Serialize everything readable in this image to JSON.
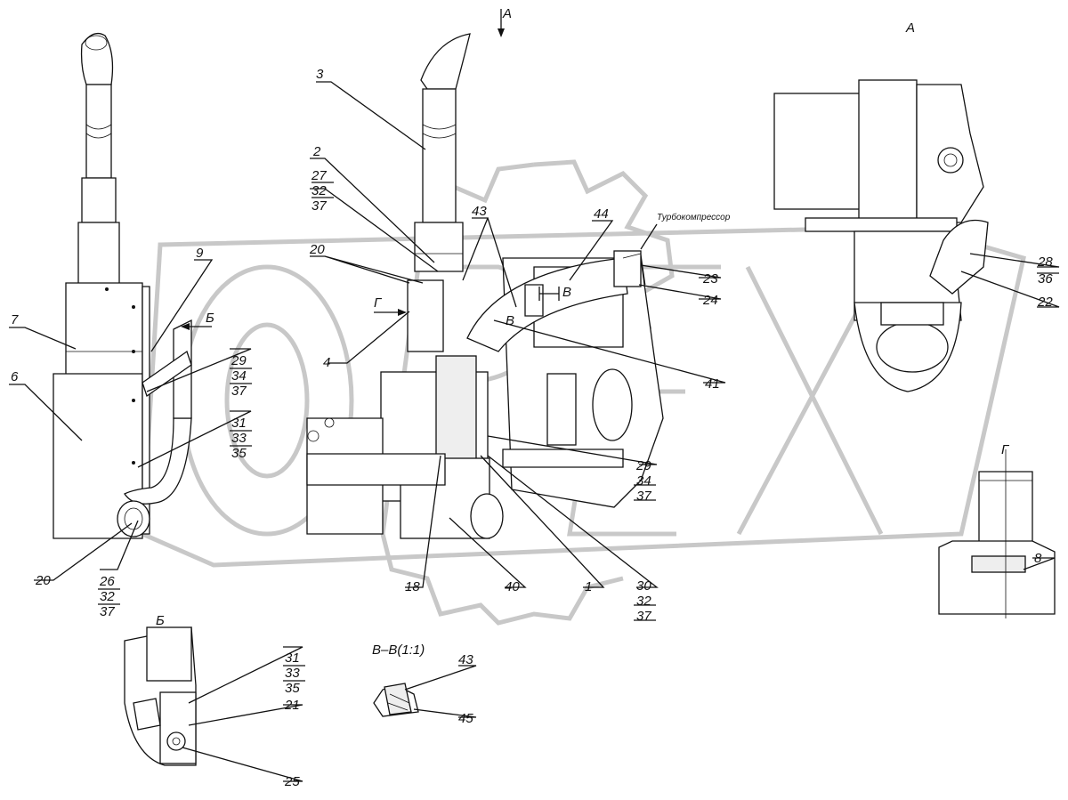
{
  "watermark": "OPEX",
  "views": {
    "A_arrow": "А",
    "A_title": "А",
    "B_title": "Б",
    "B_arrow": "Б",
    "G_title": "Г",
    "G_arrow": "Г",
    "VV_title": "В–В(1:1)",
    "V_left": "В",
    "V_right": "В"
  },
  "callouts": {
    "c3": "3",
    "c2": "2",
    "c27": "27",
    "c27_32": "32",
    "c27_37": "37",
    "c43": "43",
    "c44": "44",
    "turbo": "Турбокомпрессор",
    "c20a": "20",
    "c9": "9",
    "c7": "7",
    "c6": "6",
    "c29a": "29",
    "c29a_34": "34",
    "c29a_37": "37",
    "c31a": "31",
    "c31a_33": "33",
    "c31a_35": "35",
    "c4": "4",
    "c23": "23",
    "c24": "24",
    "c41": "41",
    "c29b": "29",
    "c29b_34": "34",
    "c29b_37": "37",
    "c20b": "20",
    "c26": "26",
    "c26_32": "32",
    "c26_37": "37",
    "c18": "18",
    "c40": "40",
    "c1": "1",
    "c30": "30",
    "c30_32": "32",
    "c30_37": "37",
    "c28": "28",
    "c28_36": "36",
    "c22": "22",
    "c8": "8",
    "c31b": "31",
    "c31b_33": "33",
    "c31b_35": "35",
    "c21": "21",
    "c25": "25",
    "c43b": "43",
    "c45": "45"
  }
}
